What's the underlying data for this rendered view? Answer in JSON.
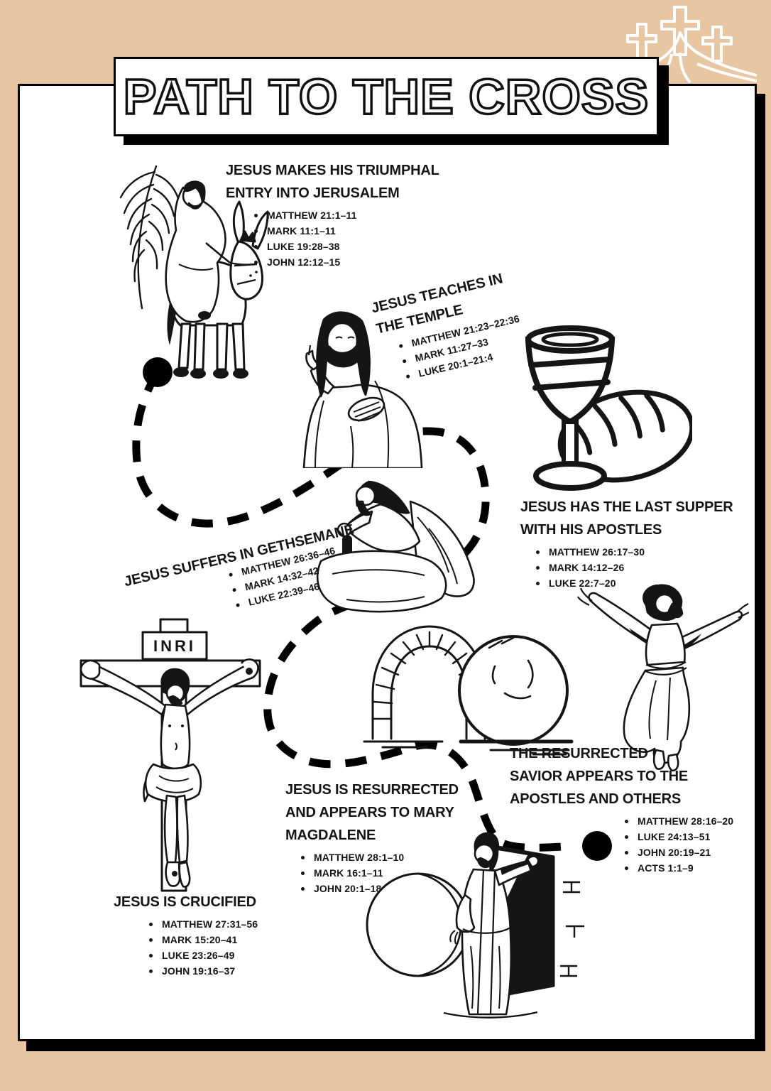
{
  "page": {
    "title": "PATH TO THE CROSS",
    "colors": {
      "background": "#e9c6a2",
      "paper": "#ffffff",
      "ink": "#151515",
      "path": "#000000"
    }
  },
  "decor": {
    "crosses_hill_icon": "three-crosses-on-hill",
    "inri_label": "INRI"
  },
  "events": [
    {
      "id": "triumphal-entry",
      "title_lines": [
        "JESUS MAKES HIS TRIUMPHAL",
        "ENTRY INTO JERUSALEM"
      ],
      "references": [
        "MATTHEW 21:1–11",
        "MARK 11:1–11",
        "LUKE 19:28–38",
        "JOHN 12:12–15"
      ],
      "illustration": "jesus-riding-donkey-with-palm-branch"
    },
    {
      "id": "teaches-in-temple",
      "title_lines": [
        "JESUS TEACHES IN",
        "THE TEMPLE"
      ],
      "references": [
        "MATTHEW 21:23–22:36",
        "MARK 11:27–33",
        "LUKE 20:1–21:4"
      ],
      "illustration": "jesus-teaching"
    },
    {
      "id": "last-supper",
      "title_lines": [
        "JESUS HAS THE LAST SUPPER",
        "WITH HIS APOSTLES"
      ],
      "references": [
        "MATTHEW 26:17–30",
        "MARK 14:12–26",
        "LUKE 22:7–20"
      ],
      "illustration": "chalice-and-bread"
    },
    {
      "id": "gethsemane",
      "title_lines": [
        "JESUS SUFFERS IN GETHSEMANE"
      ],
      "references": [
        "MATTHEW 26:36–46",
        "MARK 14:32–42",
        "LUKE 22:39–46"
      ],
      "illustration": "jesus-praying-on-rock"
    },
    {
      "id": "crucified",
      "title_lines": [
        "JESUS IS CRUCIFIED"
      ],
      "references": [
        "MATTHEW 27:31–56",
        "MARK 15:20–41",
        "LUKE 23:26–49",
        "JOHN 19:16–37"
      ],
      "illustration": "jesus-on-cross-with-inri-sign"
    },
    {
      "id": "resurrected-appears-to-mary",
      "title_lines": [
        "JESUS IS RESURRECTED",
        "AND APPEARS TO MARY",
        "MAGDALENE"
      ],
      "references": [
        "MATTHEW 28:1–10",
        "MARK 16:1–11",
        "JOHN 20:1–18"
      ],
      "illustration": "empty-tomb-with-rolled-stone"
    },
    {
      "id": "resurrected-savior-appears",
      "title_lines": [
        "THE RESURRECTED",
        "SAVIOR APPEARS TO THE",
        "APOSTLES AND OTHERS"
      ],
      "references": [
        "MATTHEW 28:16–20",
        "LUKE 24:13–51",
        "JOHN 20:19–21",
        "ACTS 1:1–9"
      ],
      "illustration": "risen-jesus-arms-outstretched"
    }
  ]
}
